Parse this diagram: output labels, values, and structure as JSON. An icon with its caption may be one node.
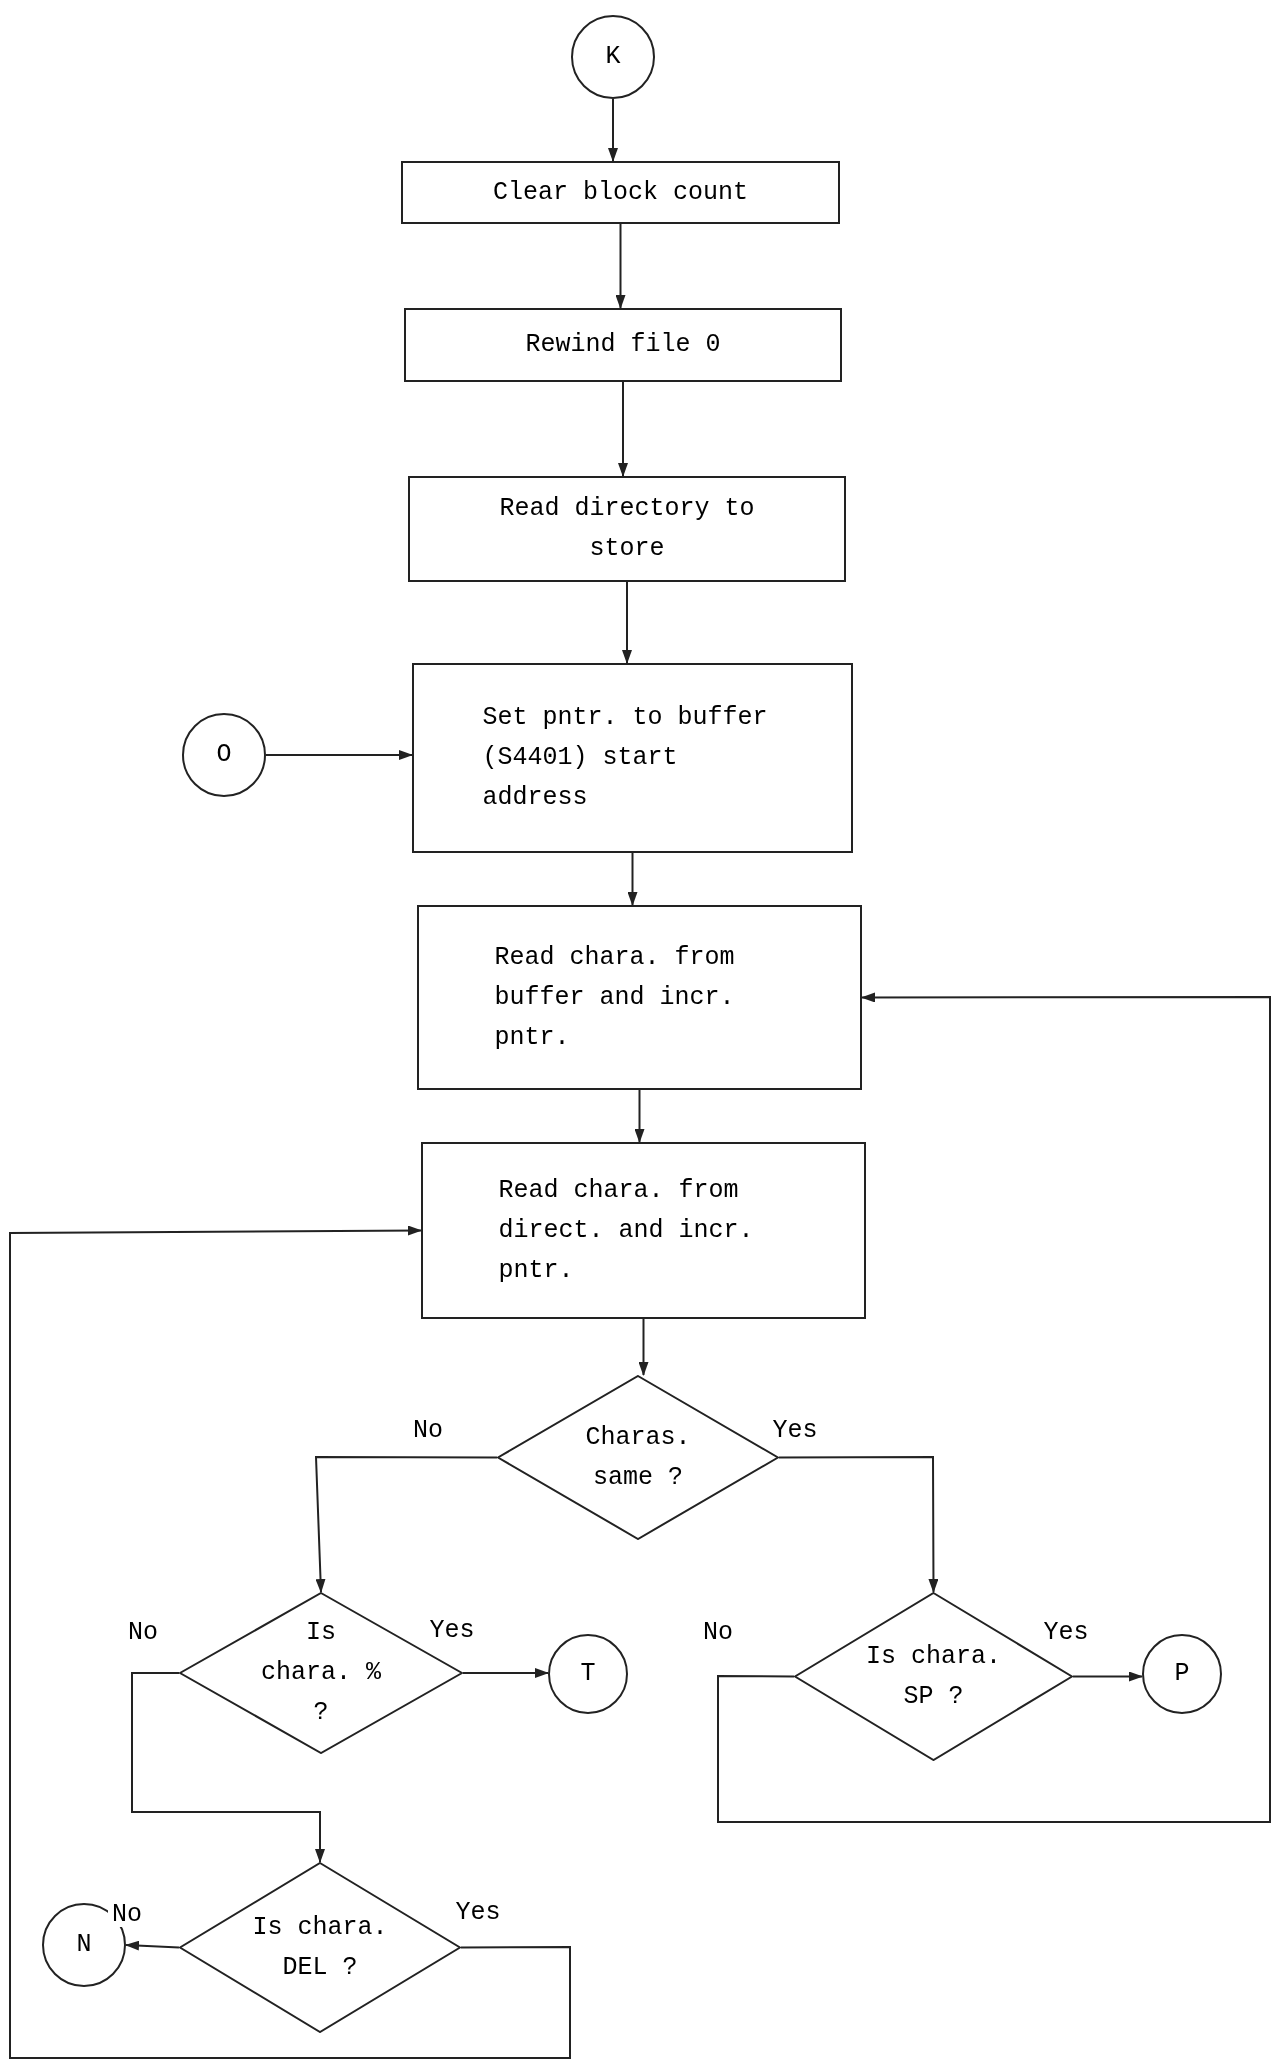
{
  "diagram": {
    "nodes": [
      {
        "text": [
          "K"
        ]
      },
      {
        "text": [
          "Clear block count"
        ]
      },
      {
        "text": [
          "Rewind file 0"
        ]
      },
      {
        "text": [
          "Read directory to store"
        ]
      },
      {
        "text": [
          "Set pntr. to buffer (S4401) start address"
        ]
      },
      {
        "text": [
          "O"
        ]
      },
      {
        "text": [
          "Read chara. from buffer and incr. pntr."
        ]
      },
      {
        "text": [
          "Read chara. from direct. and incr. pntr."
        ]
      },
      {
        "text": [
          "Charas. same ?"
        ]
      },
      {
        "text": [
          "Is chara. % ?"
        ]
      },
      {
        "text": [
          "T"
        ]
      },
      {
        "text": [
          "Is chara. SP ?"
        ]
      },
      {
        "text": [
          "P"
        ]
      },
      {
        "text": [
          "Is chara. DEL ?"
        ]
      },
      {
        "text": [
          "N"
        ]
      }
    ],
    "edges": [
      {
        "from": 0,
        "to": 1,
        "arrow": "to"
      },
      {
        "from": 1,
        "to": 2,
        "arrow": "to"
      },
      {
        "from": 2,
        "to": 3,
        "arrow": "to"
      },
      {
        "from": 3,
        "to": 4,
        "arrow": "to"
      },
      {
        "from": 5,
        "to": 4,
        "arrow": "to"
      },
      {
        "from": 4,
        "to": 6,
        "arrow": "to"
      },
      {
        "from": 6,
        "to": 7,
        "arrow": "to"
      },
      {
        "from": 7,
        "to": 8,
        "arrow": "to"
      },
      {
        "from": 8,
        "to": 9,
        "arrow": "to",
        "label": "No"
      },
      {
        "from": 8,
        "to": 11,
        "arrow": "to",
        "label": "Yes"
      },
      {
        "from": 9,
        "to": 10,
        "arrow": "to",
        "label": "Yes"
      },
      {
        "from": 9,
        "to": 13,
        "arrow": "to",
        "label": "No"
      },
      {
        "from": 11,
        "to": 12,
        "arrow": "to",
        "label": "Yes"
      },
      {
        "from": 11,
        "to": 6,
        "arrow": "to",
        "label": "No"
      },
      {
        "from": 13,
        "to": 14,
        "arrow": "to",
        "label": "No"
      },
      {
        "from": 13,
        "to": 7,
        "arrow": "to",
        "label": "Yes"
      }
    ]
  }
}
